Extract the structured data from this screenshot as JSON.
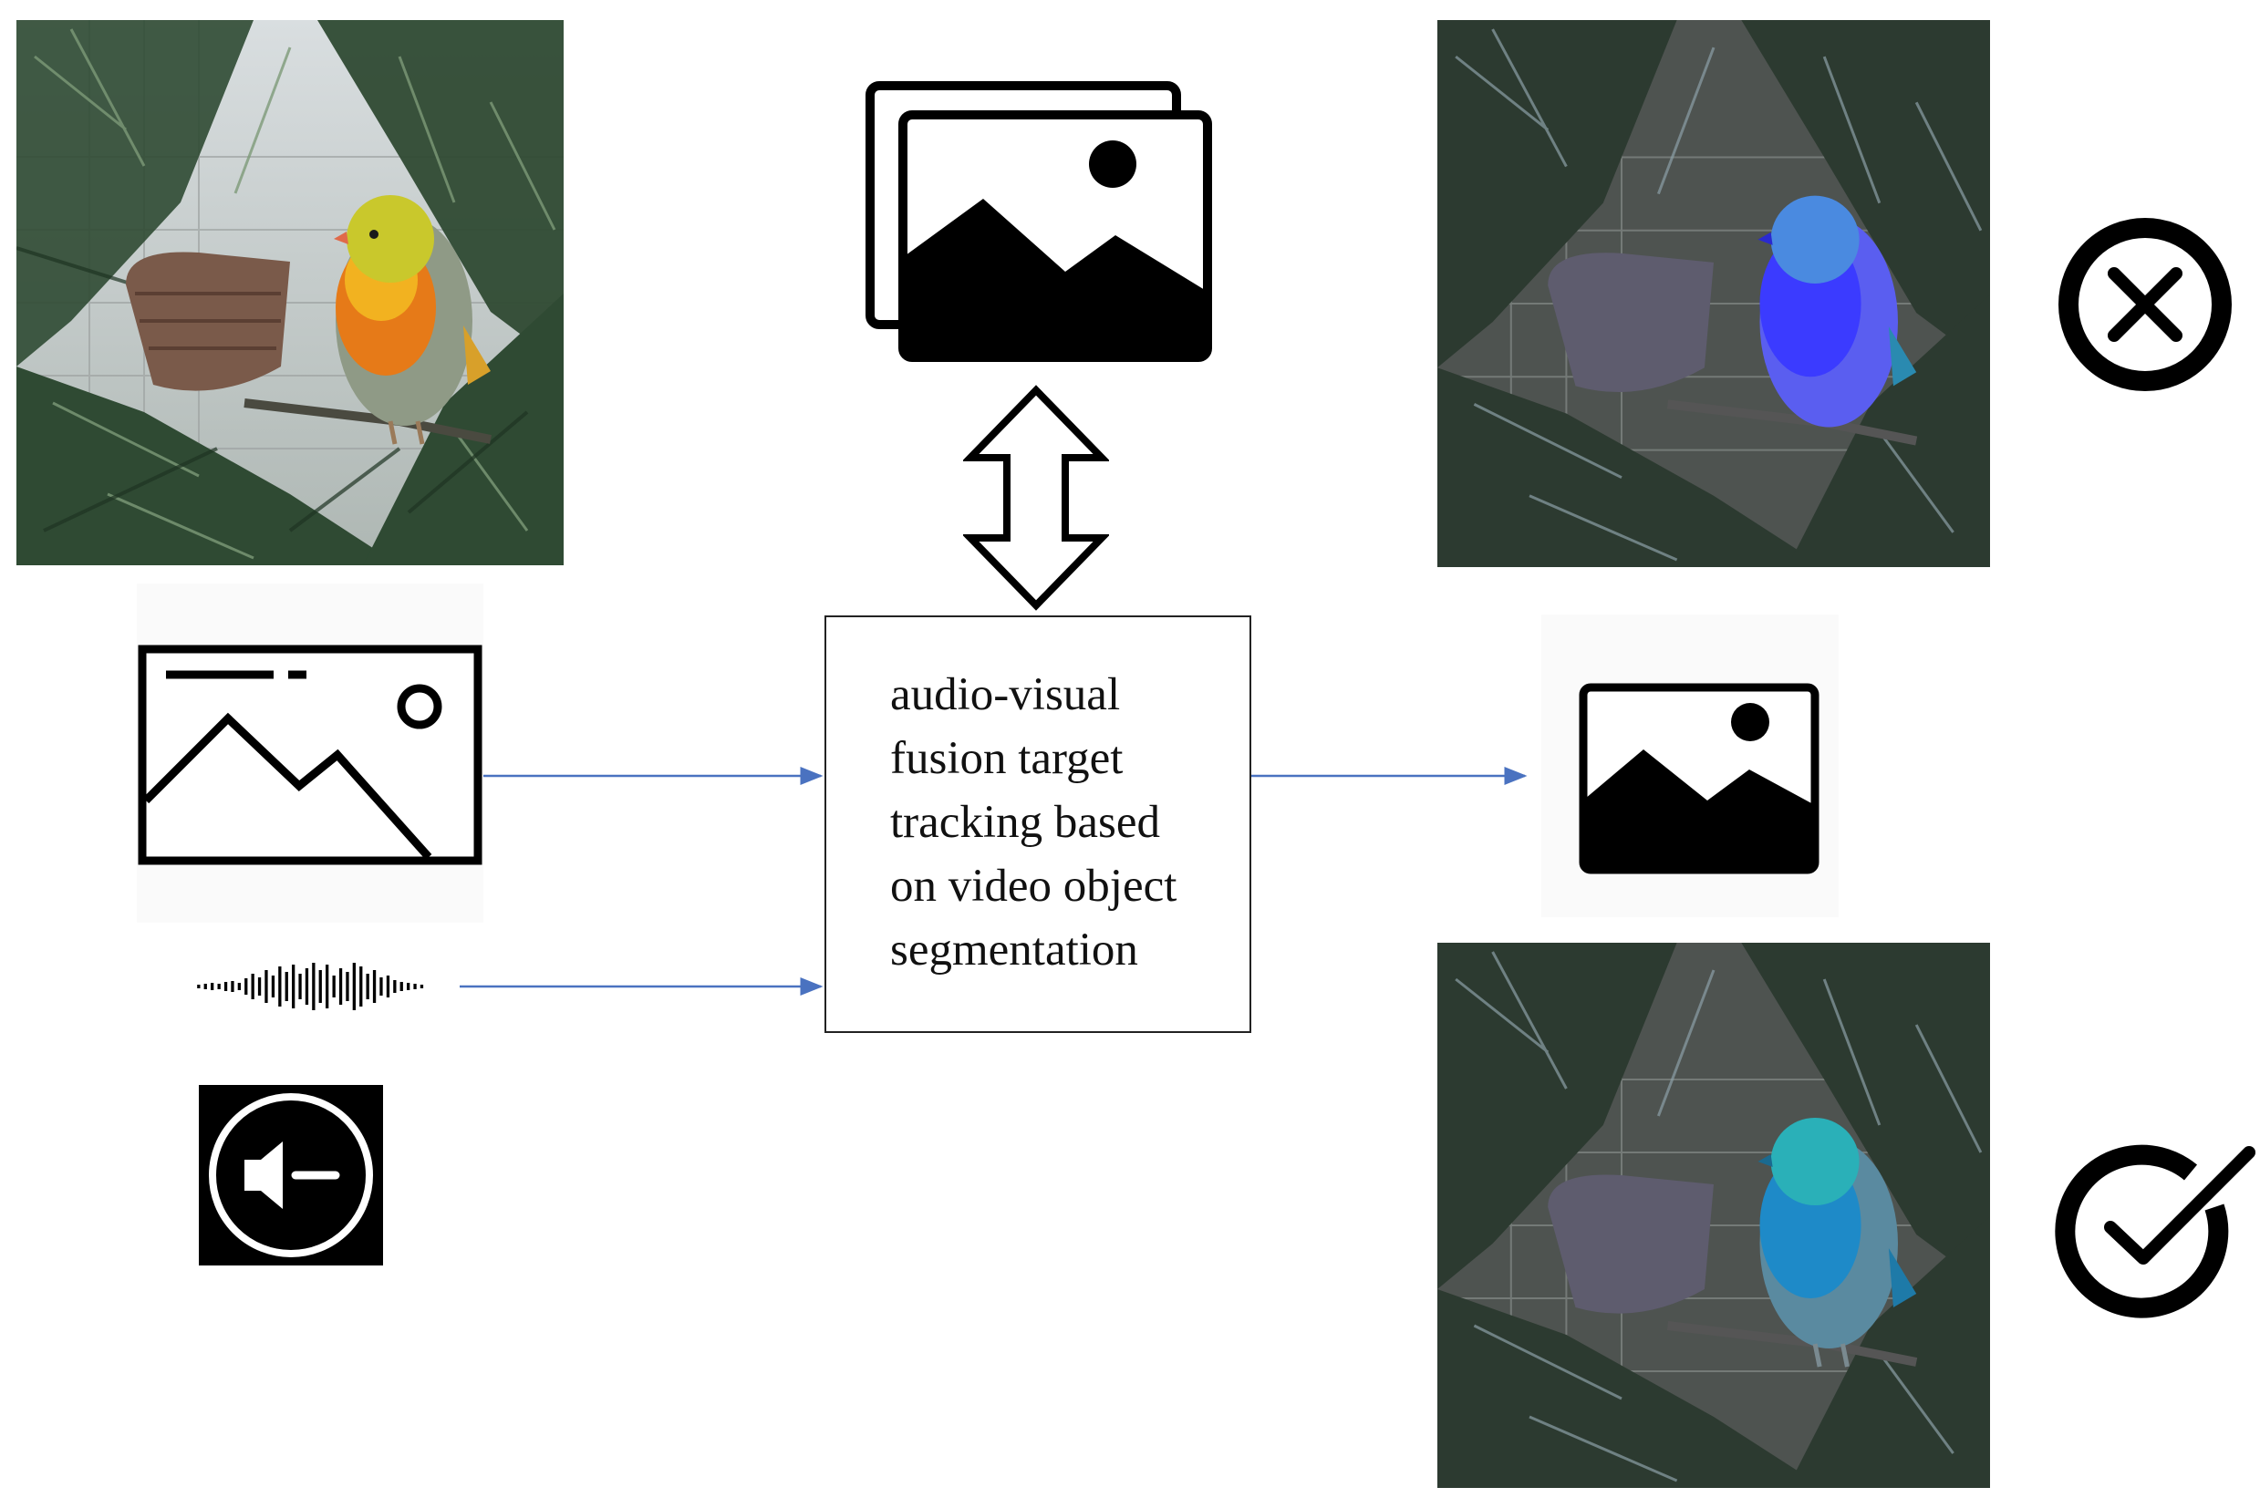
{
  "process_box": {
    "lines": [
      "audio-visual",
      "fusion target",
      "tracking based",
      "on video object",
      "segmentation"
    ]
  },
  "icons": {
    "input_frame": "image-frame-icon",
    "reference_frames": "image-stack-icon",
    "bidirectional": "double-arrow-icon",
    "audio_wave": "audio-waveform-icon",
    "speaker": "speaker-icon",
    "output_frame": "image-icon",
    "wrong": "cross-circle-icon",
    "right": "check-circle-icon"
  },
  "colors": {
    "arrow": "#4a72c0",
    "icon": "#000000",
    "wrong_mask": "#3b3bff",
    "right_mask": "#1ea3c8"
  }
}
